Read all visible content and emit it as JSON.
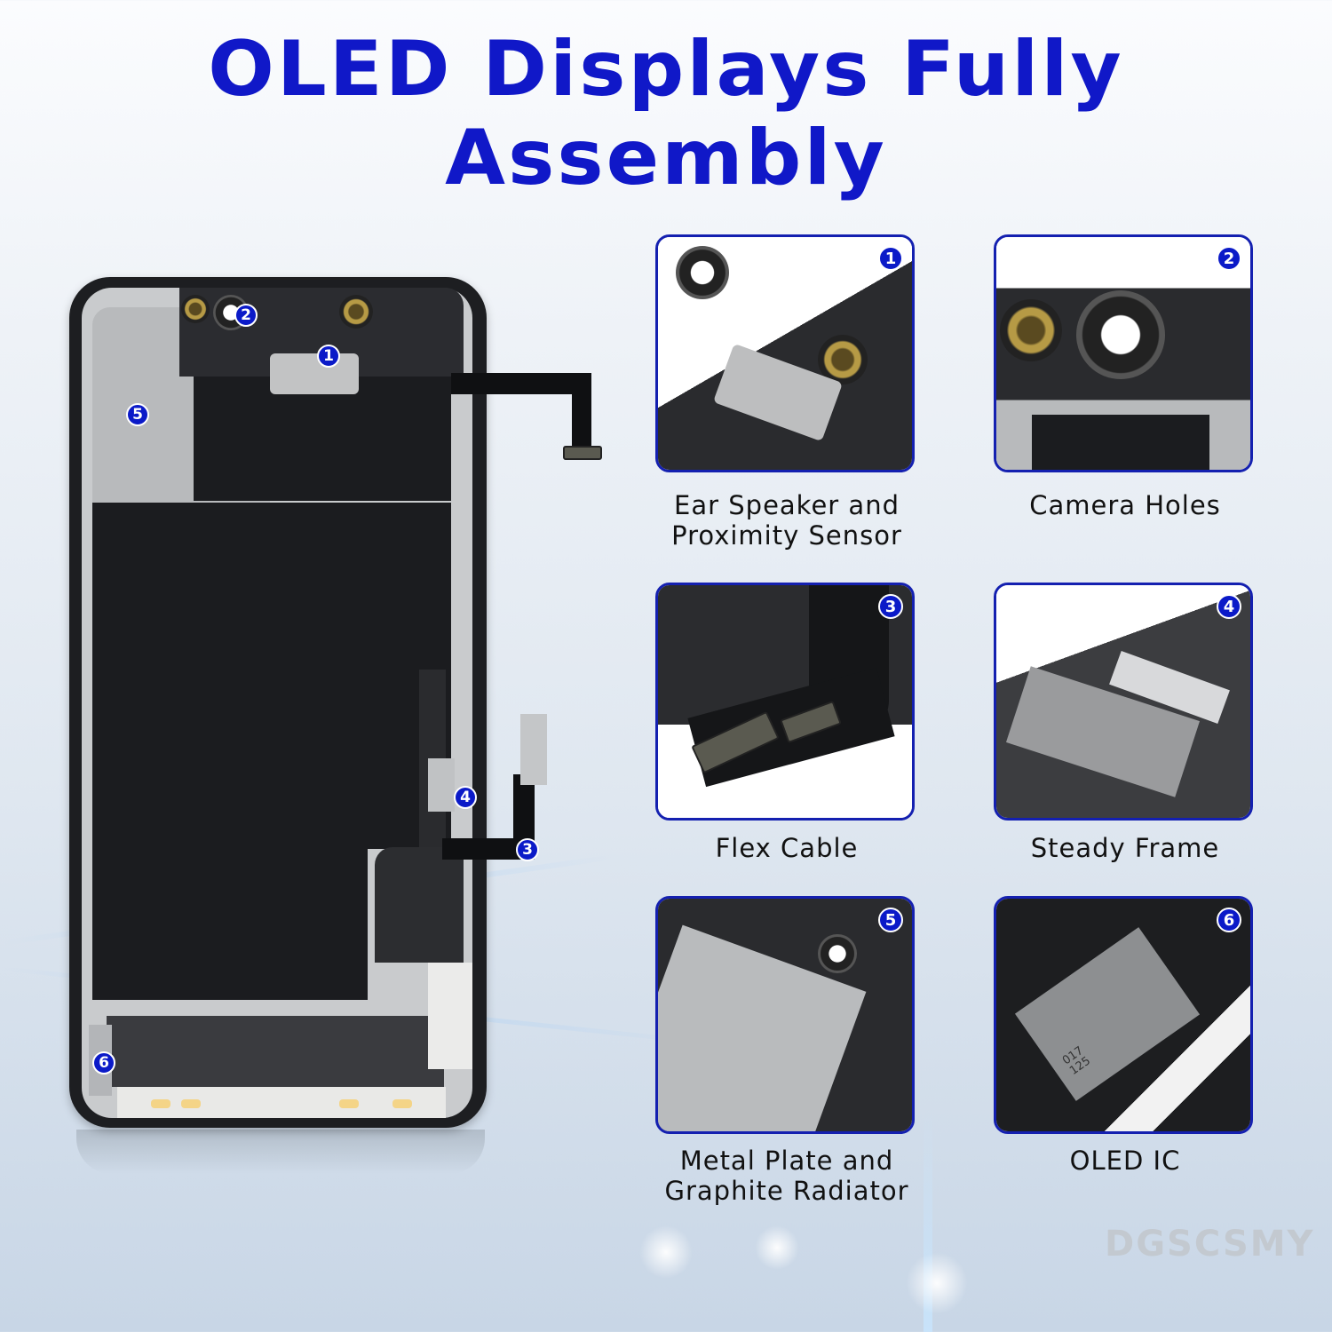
{
  "title": "OLED Displays Fully Assembly",
  "watermark": "DGSCSMY",
  "colors": {
    "title": "#1018c8",
    "badge": "#0b1ac8",
    "card_border": "#1420b0",
    "caption": "#111111"
  },
  "phone_markers": [
    {
      "number": "1",
      "target": "ear-speaker"
    },
    {
      "number": "2",
      "target": "camera-hole"
    },
    {
      "number": "3",
      "target": "flex-cable"
    },
    {
      "number": "4",
      "target": "steady-frame"
    },
    {
      "number": "5",
      "target": "metal-plate"
    },
    {
      "number": "6",
      "target": "oled-ic"
    }
  ],
  "features": [
    {
      "number": "1",
      "caption_line1": "Ear Speaker and",
      "caption_line2": "Proximity Sensor"
    },
    {
      "number": "2",
      "caption_line1": "Camera Holes",
      "caption_line2": ""
    },
    {
      "number": "3",
      "caption_line1": "Flex Cable",
      "caption_line2": ""
    },
    {
      "number": "4",
      "caption_line1": "Steady Frame",
      "caption_line2": ""
    },
    {
      "number": "5",
      "caption_line1": "Metal Plate and",
      "caption_line2": "Graphite Radiator"
    },
    {
      "number": "6",
      "caption_line1": "OLED IC",
      "caption_line2": ""
    }
  ],
  "chip_markings": {
    "line1": "017",
    "line2": "125"
  }
}
